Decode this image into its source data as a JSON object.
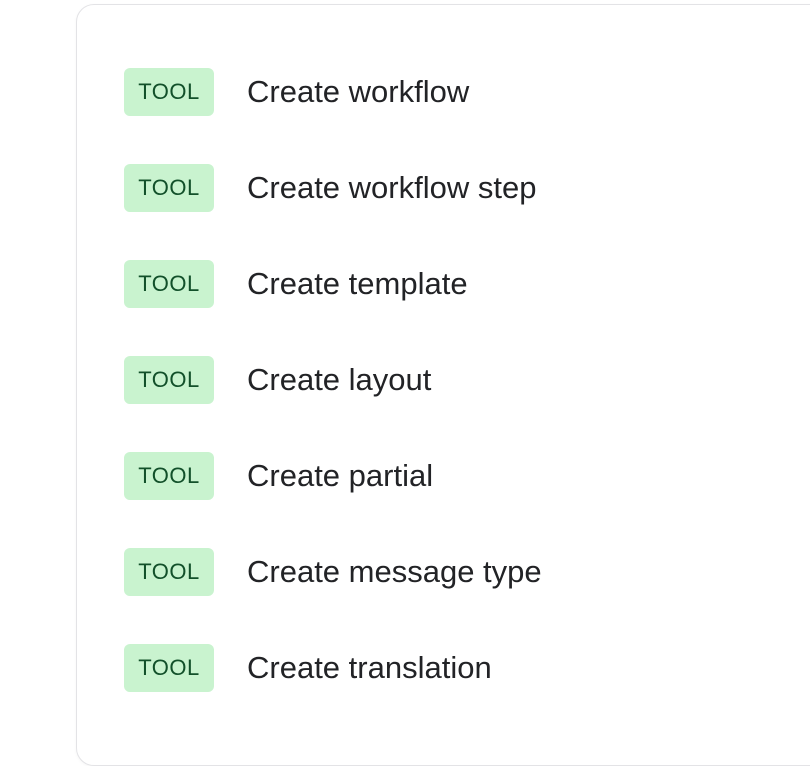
{
  "colors": {
    "badge_background": "#c9f3cf",
    "badge_text": "#12502a",
    "label_text": "#222326",
    "card_border": "#e3e3e6"
  },
  "tools": [
    {
      "badge": "TOOL",
      "label": "Create workflow"
    },
    {
      "badge": "TOOL",
      "label": "Create workflow step"
    },
    {
      "badge": "TOOL",
      "label": "Create template"
    },
    {
      "badge": "TOOL",
      "label": "Create layout"
    },
    {
      "badge": "TOOL",
      "label": "Create partial"
    },
    {
      "badge": "TOOL",
      "label": "Create message type"
    },
    {
      "badge": "TOOL",
      "label": "Create translation"
    }
  ]
}
